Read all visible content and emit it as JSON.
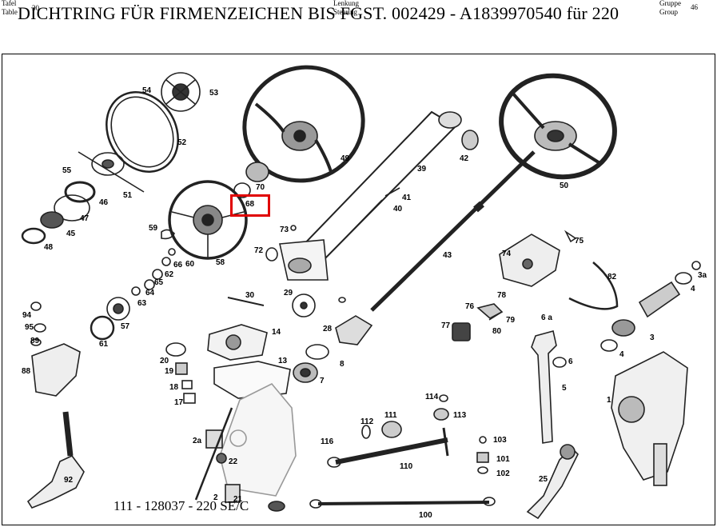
{
  "header": {
    "tafel_label": "Tafel",
    "table_label": "Table",
    "tafel_number": "30",
    "lenkung_label": "Lenkung",
    "steering_label": "Steering",
    "gruppe_label": "Gruppe",
    "group_label": "Group",
    "group_number": "46",
    "title": "DICHTRING FÜR FIRMENZEICHEN BIS FGST. 002429 - A1839970540 für 220"
  },
  "footer": {
    "text": "111 - 128037 - 220 SE/C"
  },
  "highlight": {
    "color": "#e00000",
    "part_number": "68"
  },
  "parts": [
    {
      "label": "54"
    },
    {
      "label": "53"
    },
    {
      "label": "52"
    },
    {
      "label": "55"
    },
    {
      "label": "51"
    },
    {
      "label": "46"
    },
    {
      "label": "47"
    },
    {
      "label": "45"
    },
    {
      "label": "48"
    },
    {
      "label": "49"
    },
    {
      "label": "70"
    },
    {
      "label": "68"
    },
    {
      "label": "39"
    },
    {
      "label": "42"
    },
    {
      "label": "41"
    },
    {
      "label": "40"
    },
    {
      "label": "50"
    },
    {
      "label": "59"
    },
    {
      "label": "58"
    },
    {
      "label": "60"
    },
    {
      "label": "66"
    },
    {
      "label": "62"
    },
    {
      "label": "65"
    },
    {
      "label": "64"
    },
    {
      "label": "63"
    },
    {
      "label": "57"
    },
    {
      "label": "61"
    },
    {
      "label": "73"
    },
    {
      "label": "72"
    },
    {
      "label": "30"
    },
    {
      "label": "29"
    },
    {
      "label": "43"
    },
    {
      "label": "74"
    },
    {
      "label": "75"
    },
    {
      "label": "82"
    },
    {
      "label": "3a"
    },
    {
      "label": "4"
    },
    {
      "label": "78"
    },
    {
      "label": "76"
    },
    {
      "label": "79"
    },
    {
      "label": "77"
    },
    {
      "label": "80"
    },
    {
      "label": "6 a"
    },
    {
      "label": "3"
    },
    {
      "label": "4"
    },
    {
      "label": "6"
    },
    {
      "label": "94"
    },
    {
      "label": "95"
    },
    {
      "label": "89"
    },
    {
      "label": "88"
    },
    {
      "label": "14"
    },
    {
      "label": "20"
    },
    {
      "label": "19"
    },
    {
      "label": "13"
    },
    {
      "label": "28"
    },
    {
      "label": "8"
    },
    {
      "label": "7"
    },
    {
      "label": "18"
    },
    {
      "label": "17"
    },
    {
      "label": "5"
    },
    {
      "label": "1"
    },
    {
      "label": "114"
    },
    {
      "label": "113"
    },
    {
      "label": "112"
    },
    {
      "label": "111"
    },
    {
      "label": "2a"
    },
    {
      "label": "116"
    },
    {
      "label": "22"
    },
    {
      "label": "110"
    },
    {
      "label": "103"
    },
    {
      "label": "101"
    },
    {
      "label": "102"
    },
    {
      "label": "92"
    },
    {
      "label": "25"
    },
    {
      "label": "2"
    },
    {
      "label": "21"
    },
    {
      "label": "100"
    }
  ]
}
